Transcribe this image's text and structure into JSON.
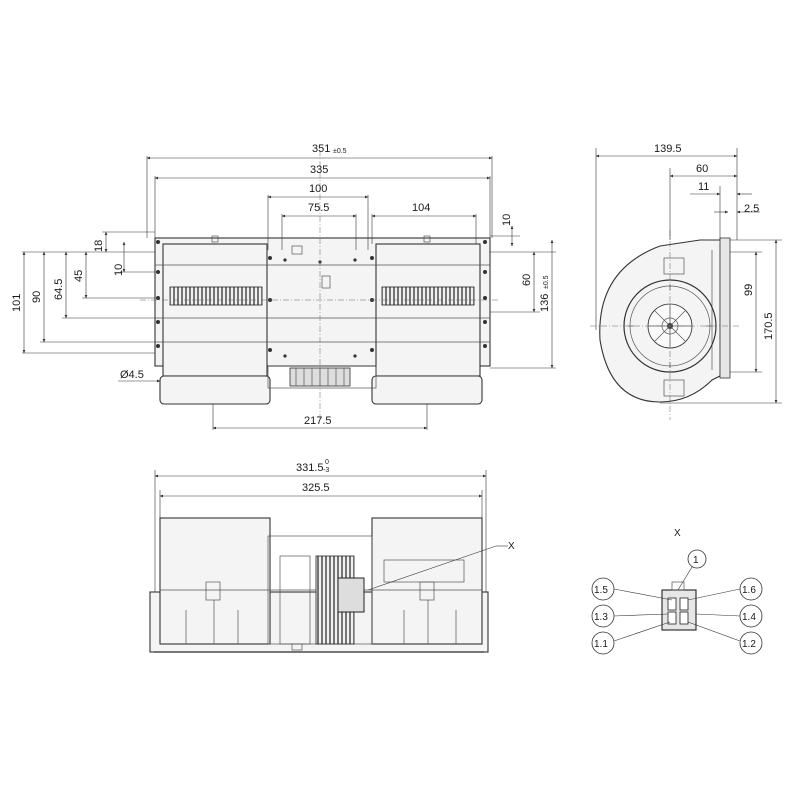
{
  "front_view": {
    "width_overall": "351",
    "width_overall_tol": "±0.5",
    "width_inner": "335",
    "spacing_center": "100",
    "spacing_center_inner": "75.5",
    "outlet_width": "104",
    "height_101": "101",
    "height_90": "90",
    "height_64_5": "64.5",
    "height_45": "45",
    "height_18": "18",
    "height_10_left": "10",
    "height_10_right": "10",
    "height_60": "60",
    "height_136": "136",
    "height_136_tol": "±0.5",
    "hole_diameter": "Ø4.5",
    "base_width": "217.5"
  },
  "side_view": {
    "depth_overall": "139.5",
    "depth_60": "60",
    "depth_11": "11",
    "depth_2_5": "2.5",
    "height_99": "99",
    "height_170_5": "170.5"
  },
  "top_view": {
    "width_331_5": "331.5",
    "width_331_5_tol_upper": "0",
    "width_331_5_tol_lower": "-3",
    "width_325_5": "325.5",
    "callout_x": "X"
  },
  "detail_x": {
    "title": "X",
    "pins": [
      "1",
      "1.5",
      "1.6",
      "1.3",
      "1.4",
      "1.1",
      "1.2"
    ]
  }
}
